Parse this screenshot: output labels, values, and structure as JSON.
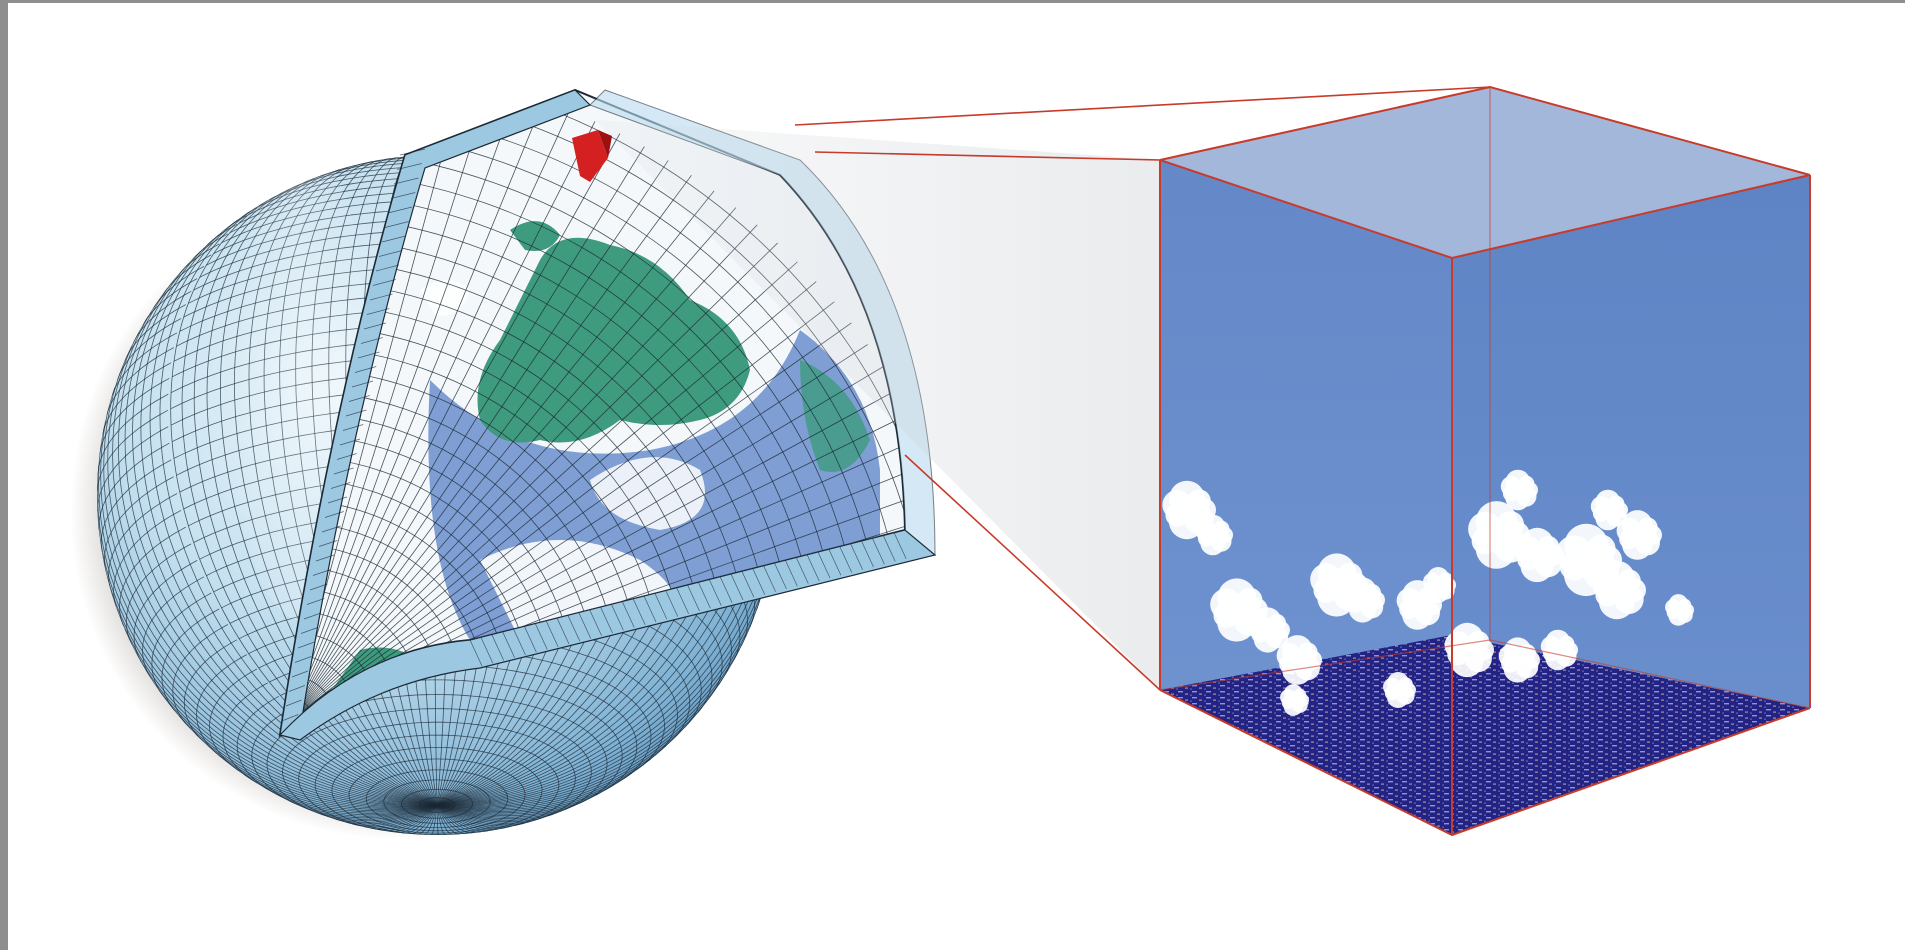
{
  "diagram": {
    "colors": {
      "ocean": "#5f86c6",
      "land": "#3f9b7e",
      "atmosphere_shell": "#a9d4ea",
      "grid_lines": "#1c2a36",
      "highlight_cell": "#d42020",
      "callout_lines": "#c83a2a",
      "cube_sky": "#6a8fca",
      "cube_top": "#9db3d8",
      "cube_floor": "#2a2a8a",
      "clouds": "#ffffff",
      "shadow": "#2a2014"
    },
    "elements": [
      "globe-shadow",
      "globe-sphere",
      "cutaway-wedge",
      "atmosphere-grid-shell",
      "highlighted-grid-cell",
      "callout-projection",
      "zoomed-grid-cell-cube",
      "cloud-field",
      "cube-floor-surface"
    ]
  }
}
